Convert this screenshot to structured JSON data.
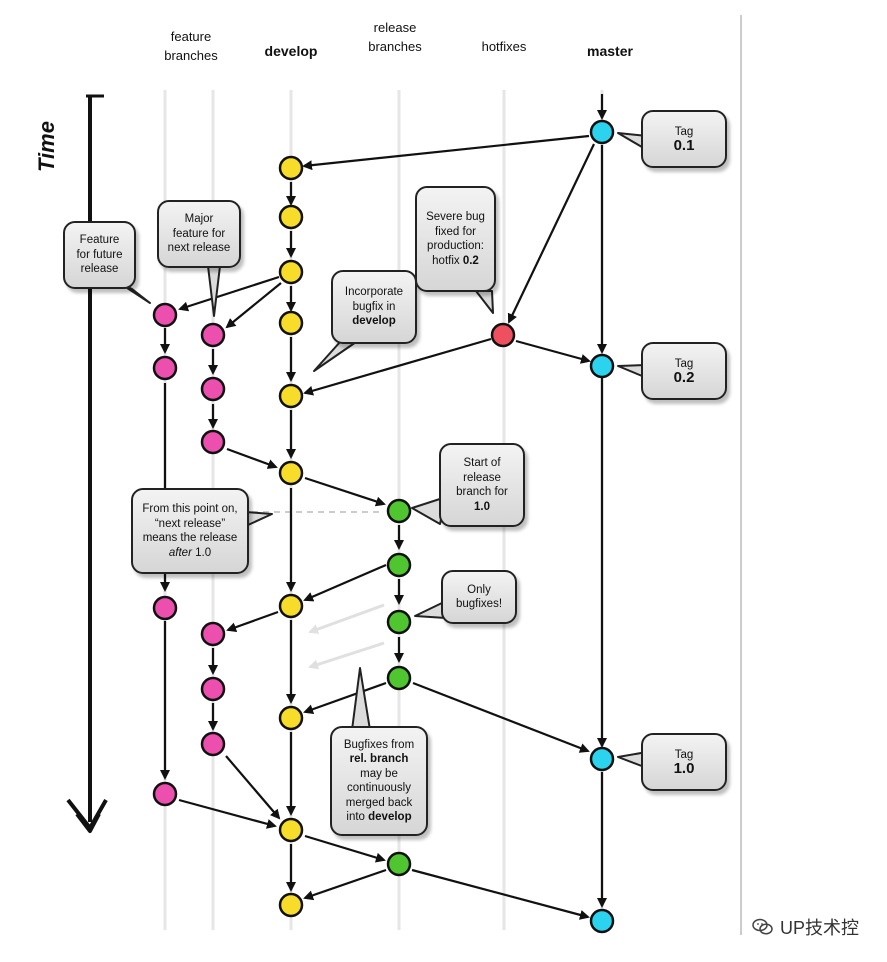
{
  "columns": {
    "feature": [
      "feature",
      "branches"
    ],
    "develop": "develop",
    "release": [
      "release",
      "branches"
    ],
    "hotfixes": "hotfixes",
    "master": "master"
  },
  "time_label": "Time",
  "callouts": {
    "tag01": {
      "line1": "Tag",
      "line2": "0.1"
    },
    "tag02": {
      "line1": "Tag",
      "line2": "0.2"
    },
    "tag10": {
      "line1": "Tag",
      "line2": "1.0"
    },
    "feature_future": [
      "Feature",
      "for future",
      "release"
    ],
    "major_feature": [
      "Major",
      "feature for",
      "next release"
    ],
    "incorporate": {
      "l1": "Incorporate",
      "l2": "bugfix in",
      "l3": "develop"
    },
    "severe_bug": {
      "l1": "Severe bug",
      "l2": "fixed for",
      "l3": "production:",
      "l4a": "hotfix ",
      "l4b": "0.2"
    },
    "start_release": {
      "l1": "Start of",
      "l2": "release",
      "l3": "branch for",
      "l4": "1.0"
    },
    "from_this_point": {
      "l1": "From this point on,",
      "l2": "“next release”",
      "l3": "means the release",
      "l4a": "after",
      "l4b": " 1.0"
    },
    "only_bugfixes": [
      "Only",
      "bugfixes!"
    ],
    "bugfixes_from": {
      "l1": "Bugfixes from",
      "l2": "rel. branch",
      "l3": "may be",
      "l4": "continuously",
      "l5": "merged back",
      "l6a": "into ",
      "l6b": "develop"
    }
  },
  "colors": {
    "develop": "#f7dc2a",
    "feature": "#ec4fae",
    "release": "#4fc52f",
    "hotfix": "#ee5060",
    "master": "#2bd3ee",
    "lane": "#e6e6e6"
  },
  "footer": {
    "text": "UP技术控",
    "icon": "wechat-icon"
  }
}
